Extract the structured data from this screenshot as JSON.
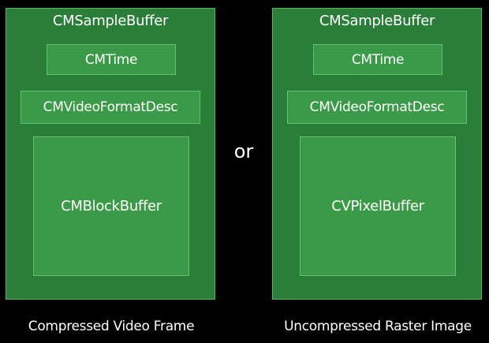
{
  "left": {
    "title": "CMSampleBuffer",
    "time": "CMTime",
    "format": "CMVideoFormatDesc",
    "buffer": "CMBlockBuffer",
    "caption": "Compressed Video Frame"
  },
  "separator": "or",
  "right": {
    "title": "CMSampleBuffer",
    "time": "CMTime",
    "format": "CMVideoFormatDesc",
    "buffer": "CVPixelBuffer",
    "caption": "Uncompressed Raster Image"
  },
  "colors": {
    "background": "#000000",
    "outer_fill": "#2b7e3a",
    "inner_fill": "#3a9a47",
    "border": "#63c36d",
    "text": "#ffffff"
  }
}
